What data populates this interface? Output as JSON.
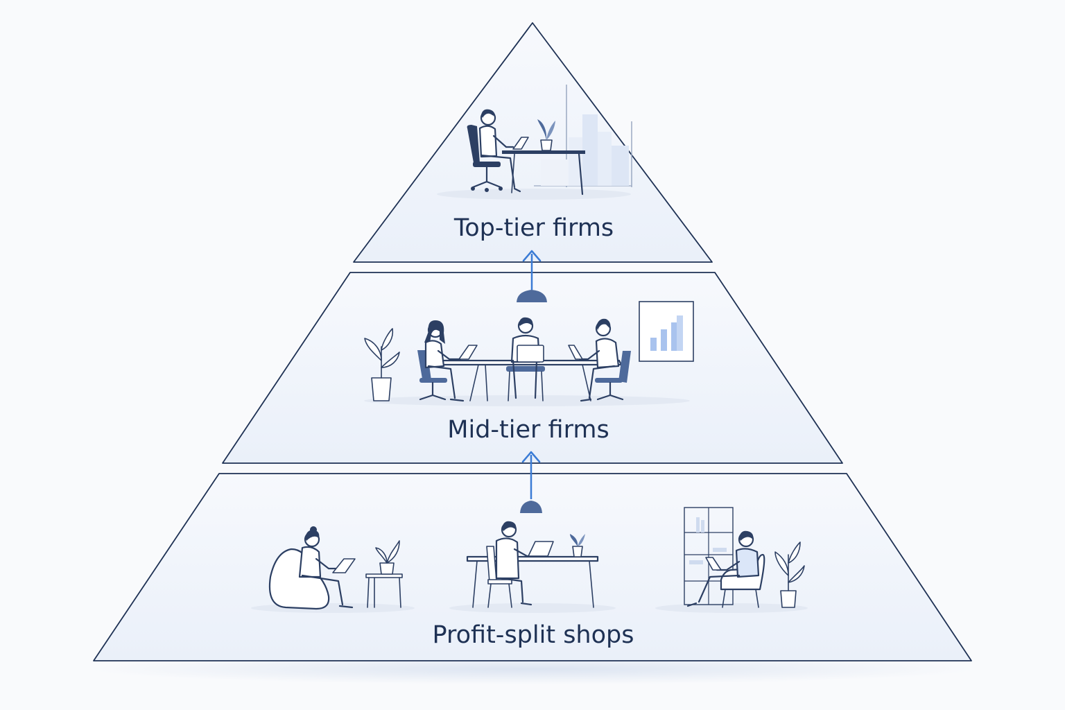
{
  "diagram": {
    "tiers": [
      {
        "label": "Top-tier firms"
      },
      {
        "label": "Mid-tier firms"
      },
      {
        "label": "Profit-split shops"
      }
    ],
    "colors": {
      "outline": "#1e3154",
      "arrow": "#3a7bd5",
      "tier_fill": "#eef3fb",
      "illustration_accent": "#4e6a9b",
      "chart_bars": "#a9c3ee"
    },
    "connectors": [
      {
        "from": "Profit-split shops",
        "to": "Mid-tier firms",
        "icon": "lamp-icon"
      },
      {
        "from": "Mid-tier firms",
        "to": "Top-tier firms",
        "icon": "lamp-icon"
      }
    ]
  }
}
